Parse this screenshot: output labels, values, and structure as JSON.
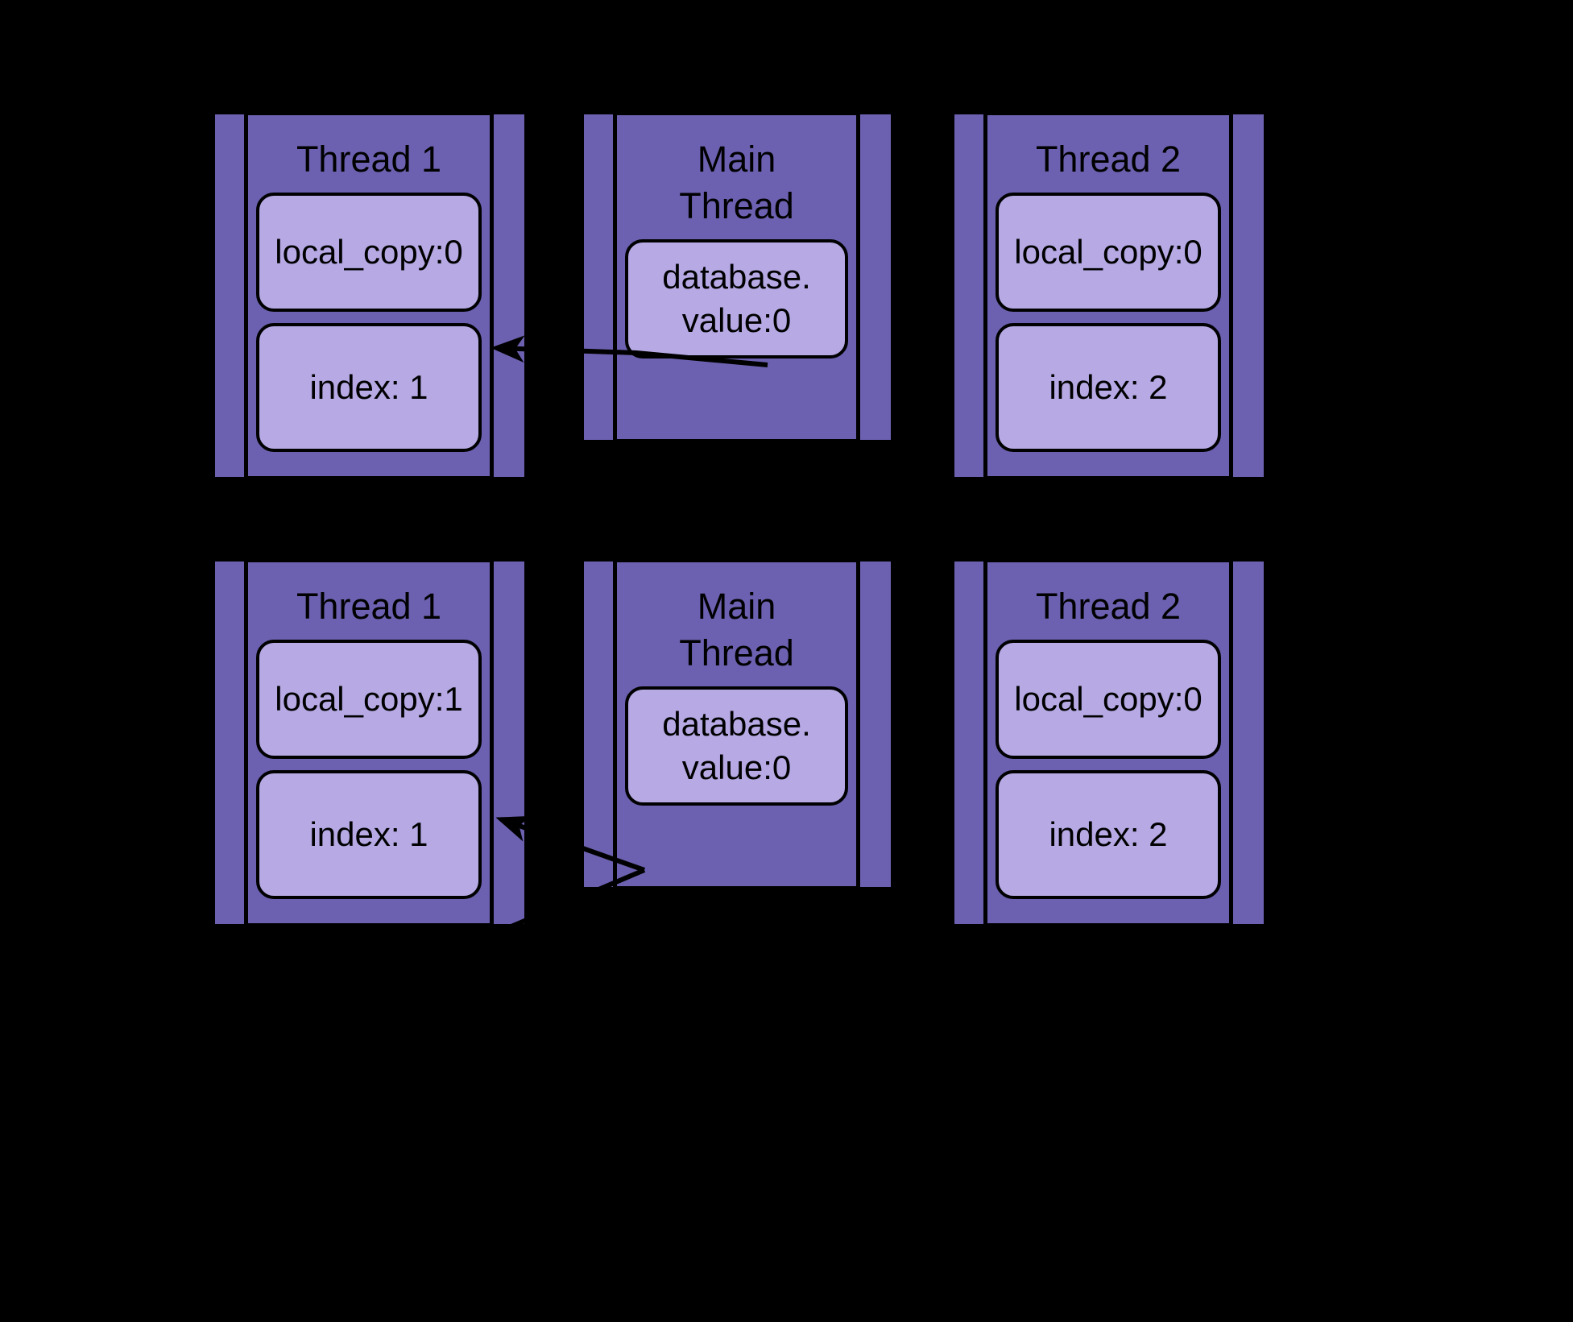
{
  "diagram": {
    "title_note": "Thread local copies vs shared database value",
    "background_color": "#000000",
    "panel_color": "#6b61b0",
    "box_color": "#b6a9e4",
    "stroke_color": "#000000",
    "rows": [
      {
        "row_name": "before-increment",
        "columns": [
          {
            "name": "thread-1",
            "title": "Thread 1",
            "boxes": [
              {
                "name": "local-copy",
                "label": "local_copy:0"
              },
              {
                "name": "index",
                "label": "index: 1"
              }
            ]
          },
          {
            "name": "main-thread",
            "title": "Main\nThread",
            "boxes": [
              {
                "name": "database-value",
                "label": "database.\nvalue:0"
              }
            ]
          },
          {
            "name": "thread-2",
            "title": "Thread 2",
            "boxes": [
              {
                "name": "local-copy",
                "label": "local_copy:0"
              },
              {
                "name": "index",
                "label": "index: 2"
              }
            ]
          }
        ],
        "arrow": {
          "name": "database-to-local-copy-arrow",
          "from": "main-thread.database-value",
          "to": "thread-1.local-copy",
          "style": "single-head"
        }
      },
      {
        "row_name": "after-increment",
        "columns": [
          {
            "name": "thread-1",
            "title": "Thread 1",
            "boxes": [
              {
                "name": "local-copy",
                "label": "local_copy:1"
              },
              {
                "name": "index",
                "label": "index: 1"
              }
            ]
          },
          {
            "name": "main-thread",
            "title": "Main\nThread",
            "boxes": [
              {
                "name": "database-value",
                "label": "database.\nvalue:0"
              }
            ]
          },
          {
            "name": "thread-2",
            "title": "Thread 2",
            "boxes": [
              {
                "name": "local-copy",
                "label": "local_copy:0"
              },
              {
                "name": "index",
                "label": "index: 2"
              }
            ]
          }
        ],
        "arrow": {
          "name": "local-copy-self-increment-arrow",
          "from": "thread-1.local-copy",
          "to": "thread-1.local-copy",
          "style": "v-loop-single-head"
        }
      }
    ]
  }
}
